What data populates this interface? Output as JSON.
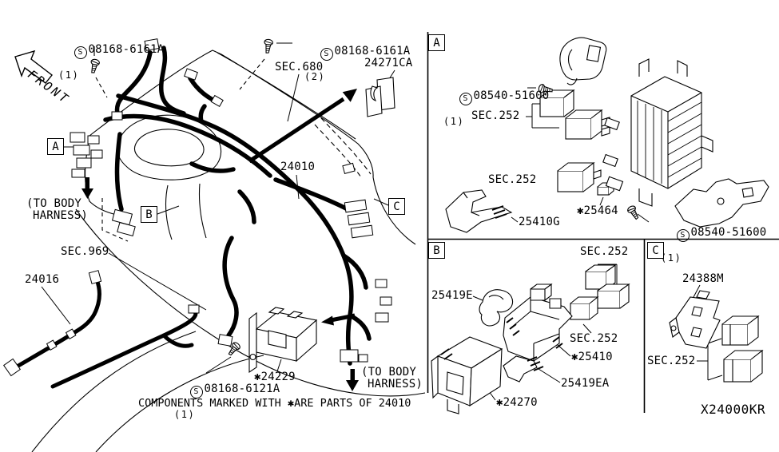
{
  "front_label": "FRONT",
  "drawing_code": "X24000KR",
  "footer_note": "COMPONENTS MARKED WITH ✱ARE PARTS OF 24010",
  "to_body_harness_note": {
    "line1": "(TO BODY",
    "line2": "HARNESS)"
  },
  "section_markers": {
    "a": "A",
    "b": "B",
    "c": "C"
  },
  "screws": {
    "s1": {
      "prefix": "S",
      "code": "08168-6161A",
      "qty": "(1)"
    },
    "s2": {
      "prefix": "S",
      "code": "08168-6161A",
      "qty": "(2)"
    },
    "s3": {
      "prefix": "S",
      "code": "08168-6121A",
      "qty": "(1)"
    },
    "s4": {
      "prefix": "S",
      "code": "08540-51600",
      "qty": "(1)"
    },
    "s5": {
      "prefix": "S",
      "code": "08540-51600",
      "qty": "(1)"
    }
  },
  "part_labels": {
    "sec680": "SEC.680",
    "p24271ca": "24271CA",
    "p24010": "24010",
    "sec969": "SEC.969",
    "p24016": "24016",
    "p24229": "✱24229",
    "sec252": "SEC.252",
    "p25464": "✱25464",
    "p25410g": "25410G",
    "p25419e": "25419E",
    "p25410": "✱25410",
    "p25419ea": "25419EA",
    "p24270": "✱24270",
    "p24388m": "24388M"
  }
}
